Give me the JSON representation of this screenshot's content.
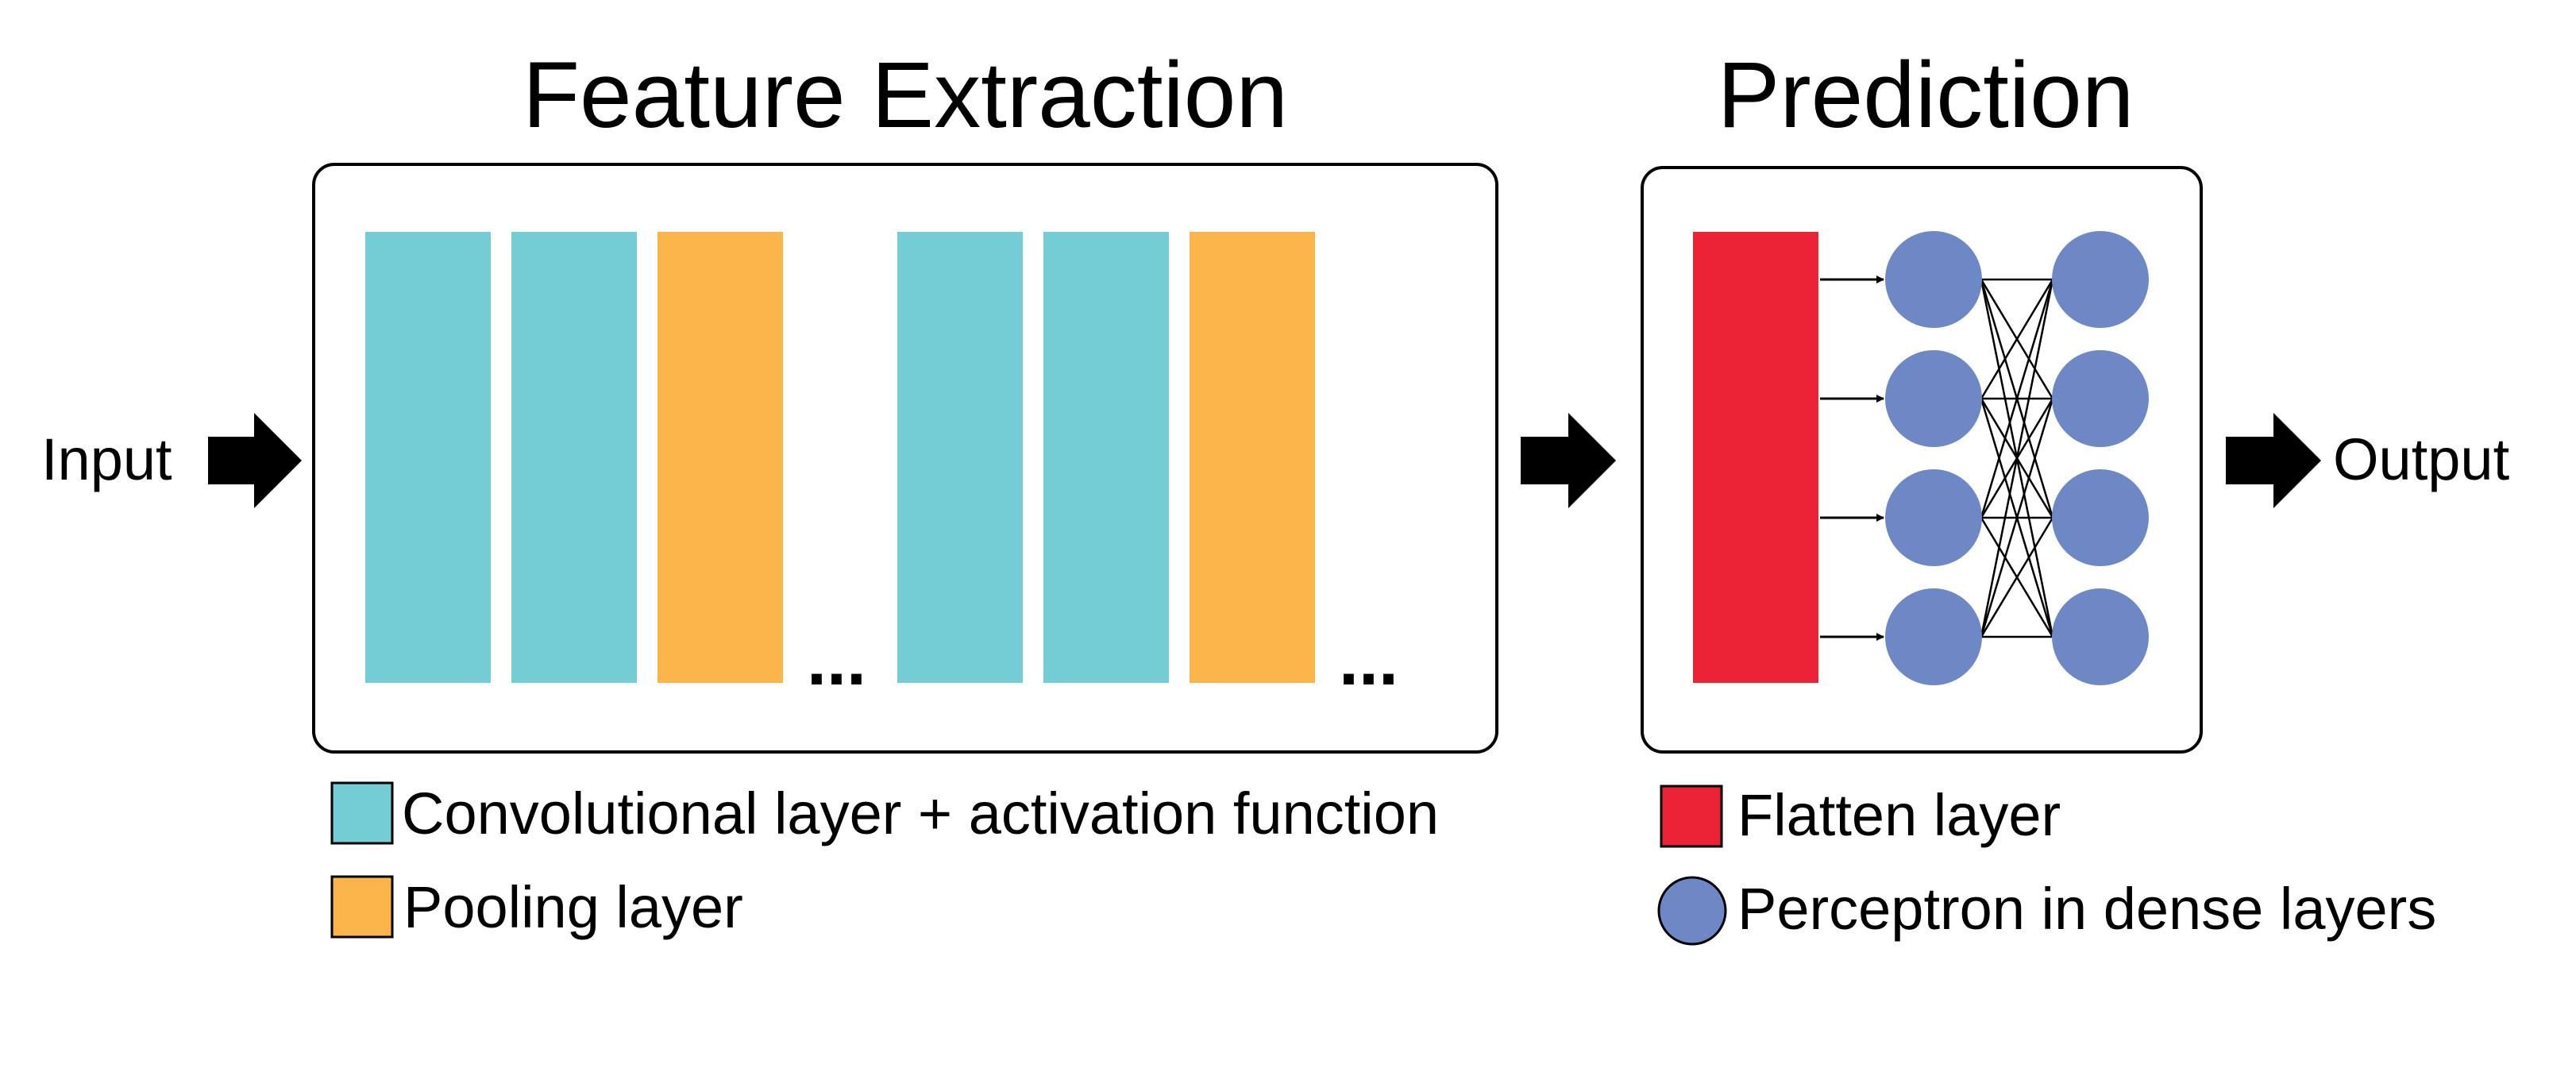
{
  "titles": {
    "feature_extraction": "Feature Extraction",
    "prediction": "Prediction"
  },
  "io": {
    "input": "Input",
    "output": "Output"
  },
  "ellipsis": "...",
  "layers": [
    {
      "kind": "conv"
    },
    {
      "kind": "conv"
    },
    {
      "kind": "pool"
    },
    {
      "kind": "ellipsis"
    },
    {
      "kind": "conv"
    },
    {
      "kind": "conv"
    },
    {
      "kind": "pool"
    },
    {
      "kind": "ellipsis"
    }
  ],
  "network": {
    "inputs_per_layer": 4,
    "dense_layers": 2
  },
  "legend": {
    "conv": "Convolutional layer + activation function",
    "pool": "Pooling layer",
    "flatten": "Flatten layer",
    "perceptron": "Perceptron in dense layers"
  },
  "colors": {
    "conv": "#74ccd4",
    "pool": "#fbb54a",
    "flatten": "#ec2337",
    "perceptron": "#6d88c4",
    "stroke": "#000000"
  }
}
